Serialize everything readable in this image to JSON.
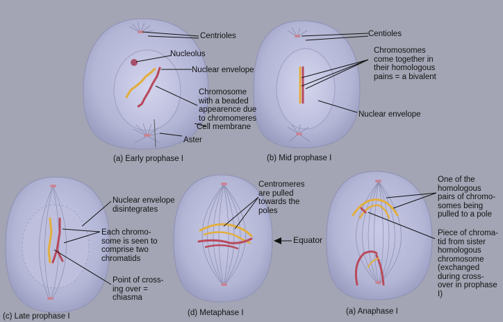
{
  "labels": {
    "early_centrioles": "Centrioles",
    "nucleolus": "Nucleolus",
    "early_nuclear_envelope": "Nuclear envelope",
    "beaded_chromosome": "Chromosome\nwith a beaded\nappearence due\nto chromomeres",
    "cell_membrane": "Cell membrane",
    "aster": "Aster",
    "mid_centioles": "Centioles",
    "bivalent": "Chromosomes\ncome together in\ntheir homologous\npains = a bivalent",
    "mid_nuclear_envelope": "Nuclear envelope",
    "nuclear_disintegrates": "Nuclear envelope\ndisintegrates",
    "chromatids": "Each chromo-\nsome is seen to\ncomprise two\nchromatids",
    "chiasma": "Point of cross-\ning over =\nchiasma",
    "centromeres": "Centromeres\nare pulled\ntowards the\npoles",
    "equator": "Equator",
    "homologous_pulled": "One of the\nhomologous\npairs of chromo-\nsomes being\npulled to a pole",
    "chromatid_piece": "Piece of chroma-\ntid from sister\nhomologous\nchromosome\n(exchanged\nduring cross-\nover in prophase\nI)"
  },
  "captions": {
    "early_prophase": "(a) Early prophase I",
    "mid_prophase": "(b) Mid prophase I",
    "late_prophase": "(c) Late prophase I",
    "metaphase": "(d) Metaphase I",
    "anaphase": "(a) Anaphase I"
  },
  "colors": {
    "background": "#a3a5b4",
    "cell_fill": "#b6b8d8",
    "nucleus_fill": "#c4c6e2",
    "chromosome_red": "#b84a5c",
    "chromosome_yellow": "#e2ae3e",
    "leader": "#111111"
  }
}
